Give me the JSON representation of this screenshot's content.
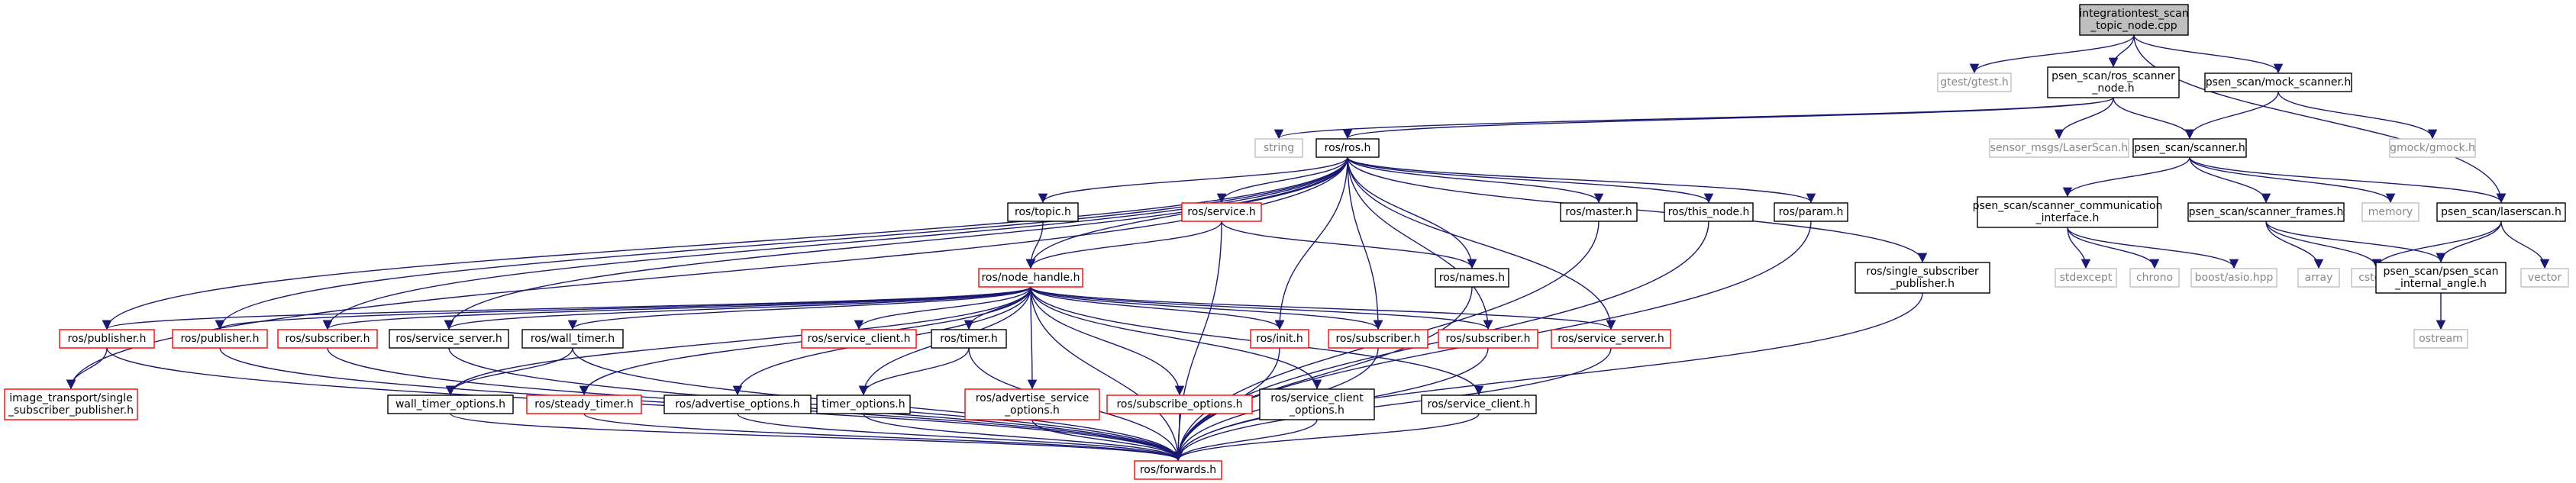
{
  "colors": {
    "edge": "#191970",
    "root_fill": "#bfbfbf",
    "normal_border": "#000000",
    "linked_border": "#ff0000",
    "external_border": "#bfbfbf",
    "external_text": "#888888"
  },
  "nodes": [
    {
      "id": "root",
      "lines": [
        "integrationtest_scan",
        "_topic_node.cpp"
      ],
      "kind": "root"
    },
    {
      "id": "gtest",
      "lines": [
        "gtest/gtest.h"
      ],
      "kind": "external"
    },
    {
      "id": "ros_scanner_node",
      "lines": [
        "psen_scan/ros_scanner",
        "_node.h"
      ],
      "kind": "normal"
    },
    {
      "id": "mock_scanner",
      "lines": [
        "psen_scan/mock_scanner.h"
      ],
      "kind": "normal"
    },
    {
      "id": "string",
      "lines": [
        "string"
      ],
      "kind": "external"
    },
    {
      "id": "ros_h",
      "lines": [
        "ros/ros.h"
      ],
      "kind": "normal"
    },
    {
      "id": "laserscan_msg",
      "lines": [
        "sensor_msgs/LaserScan.h"
      ],
      "kind": "external"
    },
    {
      "id": "scanner_h",
      "lines": [
        "psen_scan/scanner.h"
      ],
      "kind": "normal"
    },
    {
      "id": "gmock",
      "lines": [
        "gmock/gmock.h"
      ],
      "kind": "external"
    },
    {
      "id": "scanner_comm",
      "lines": [
        "psen_scan/scanner_communication",
        "_interface.h"
      ],
      "kind": "normal"
    },
    {
      "id": "scanner_frames",
      "lines": [
        "psen_scan/scanner_frames.h"
      ],
      "kind": "normal"
    },
    {
      "id": "memory",
      "lines": [
        "memory"
      ],
      "kind": "external"
    },
    {
      "id": "laserscan",
      "lines": [
        "psen_scan/laserscan.h"
      ],
      "kind": "normal"
    },
    {
      "id": "stdexcept",
      "lines": [
        "stdexcept"
      ],
      "kind": "external"
    },
    {
      "id": "chrono",
      "lines": [
        "chrono"
      ],
      "kind": "external"
    },
    {
      "id": "boost_asio",
      "lines": [
        "boost/asio.hpp"
      ],
      "kind": "external"
    },
    {
      "id": "array",
      "lines": [
        "array"
      ],
      "kind": "external"
    },
    {
      "id": "cstdint",
      "lines": [
        "cstdint"
      ],
      "kind": "external"
    },
    {
      "id": "psen_internal_angle",
      "lines": [
        "psen_scan/psen_scan",
        "_internal_angle.h"
      ],
      "kind": "normal"
    },
    {
      "id": "vector",
      "lines": [
        "vector"
      ],
      "kind": "external"
    },
    {
      "id": "ostream",
      "lines": [
        "ostream"
      ],
      "kind": "external"
    },
    {
      "id": "ros_topic",
      "lines": [
        "ros/topic.h"
      ],
      "kind": "normal"
    },
    {
      "id": "ros_service",
      "lines": [
        "ros/service.h"
      ],
      "kind": "linked"
    },
    {
      "id": "ros_master",
      "lines": [
        "ros/master.h"
      ],
      "kind": "normal"
    },
    {
      "id": "ros_this_node",
      "lines": [
        "ros/this_node.h"
      ],
      "kind": "normal"
    },
    {
      "id": "ros_param",
      "lines": [
        "ros/param.h"
      ],
      "kind": "normal"
    },
    {
      "id": "ros_single_sub_pub",
      "lines": [
        "ros/single_subscriber",
        "_publisher.h"
      ],
      "kind": "normal"
    },
    {
      "id": "ros_node_handle",
      "lines": [
        "ros/node_handle.h"
      ],
      "kind": "linked"
    },
    {
      "id": "ros_names",
      "lines": [
        "ros/names.h"
      ],
      "kind": "normal"
    },
    {
      "id": "ros_publisher_a",
      "lines": [
        "ros/publisher.h"
      ],
      "kind": "linked"
    },
    {
      "id": "ros_publisher_b",
      "lines": [
        "ros/publisher.h"
      ],
      "kind": "linked"
    },
    {
      "id": "ros_subscriber_a",
      "lines": [
        "ros/subscriber.h"
      ],
      "kind": "linked"
    },
    {
      "id": "ros_service_server_a",
      "lines": [
        "ros/service_server.h"
      ],
      "kind": "normal"
    },
    {
      "id": "ros_wall_timer",
      "lines": [
        "ros/wall_timer.h"
      ],
      "kind": "normal"
    },
    {
      "id": "ros_service_client_a",
      "lines": [
        "ros/service_client.h"
      ],
      "kind": "linked"
    },
    {
      "id": "ros_timer",
      "lines": [
        "ros/timer.h"
      ],
      "kind": "normal"
    },
    {
      "id": "ros_init",
      "lines": [
        "ros/init.h"
      ],
      "kind": "linked"
    },
    {
      "id": "ros_subscriber_b",
      "lines": [
        "ros/subscriber.h"
      ],
      "kind": "linked"
    },
    {
      "id": "ros_subscriber_c",
      "lines": [
        "ros/subscriber.h"
      ],
      "kind": "linked"
    },
    {
      "id": "ros_service_server_b",
      "lines": [
        "ros/service_server.h"
      ],
      "kind": "linked"
    },
    {
      "id": "image_transport",
      "lines": [
        "image_transport/single",
        "_subscriber_publisher.h"
      ],
      "kind": "linked"
    },
    {
      "id": "wall_timer_options",
      "lines": [
        "wall_timer_options.h"
      ],
      "kind": "normal"
    },
    {
      "id": "ros_steady_timer",
      "lines": [
        "ros/steady_timer.h"
      ],
      "kind": "linked"
    },
    {
      "id": "ros_advertise_options",
      "lines": [
        "ros/advertise_options.h"
      ],
      "kind": "normal"
    },
    {
      "id": "timer_options",
      "lines": [
        "timer_options.h"
      ],
      "kind": "normal"
    },
    {
      "id": "ros_advertise_service_options",
      "lines": [
        "ros/advertise_service",
        "_options.h"
      ],
      "kind": "linked"
    },
    {
      "id": "ros_subscribe_options",
      "lines": [
        "ros/subscribe_options.h"
      ],
      "kind": "linked"
    },
    {
      "id": "ros_service_client_options",
      "lines": [
        "ros/service_client",
        "_options.h"
      ],
      "kind": "normal"
    },
    {
      "id": "ros_service_client_b",
      "lines": [
        "ros/service_client.h"
      ],
      "kind": "normal"
    },
    {
      "id": "ros_forwards",
      "lines": [
        "ros/forwards.h"
      ],
      "kind": "linked"
    }
  ],
  "edges": [
    [
      "root",
      "gtest"
    ],
    [
      "root",
      "ros_scanner_node"
    ],
    [
      "root",
      "mock_scanner"
    ],
    [
      "root",
      "laserscan"
    ],
    [
      "ros_scanner_node",
      "ros_h"
    ],
    [
      "ros_scanner_node",
      "laserscan_msg"
    ],
    [
      "ros_scanner_node",
      "scanner_h"
    ],
    [
      "ros_scanner_node",
      "string"
    ],
    [
      "mock_scanner",
      "scanner_h"
    ],
    [
      "mock_scanner",
      "gmock"
    ],
    [
      "scanner_h",
      "scanner_comm"
    ],
    [
      "scanner_h",
      "scanner_frames"
    ],
    [
      "scanner_h",
      "memory"
    ],
    [
      "scanner_h",
      "laserscan"
    ],
    [
      "scanner_comm",
      "stdexcept"
    ],
    [
      "scanner_comm",
      "chrono"
    ],
    [
      "scanner_comm",
      "boost_asio"
    ],
    [
      "scanner_frames",
      "array"
    ],
    [
      "scanner_frames",
      "cstdint"
    ],
    [
      "scanner_frames",
      "psen_internal_angle"
    ],
    [
      "laserscan",
      "cstdint"
    ],
    [
      "laserscan",
      "psen_internal_angle"
    ],
    [
      "laserscan",
      "vector"
    ],
    [
      "psen_internal_angle",
      "ostream"
    ],
    [
      "ros_h",
      "ros_topic"
    ],
    [
      "ros_h",
      "ros_service"
    ],
    [
      "ros_h",
      "ros_master"
    ],
    [
      "ros_h",
      "ros_this_node"
    ],
    [
      "ros_h",
      "ros_param"
    ],
    [
      "ros_h",
      "ros_single_sub_pub"
    ],
    [
      "ros_h",
      "ros_node_handle"
    ],
    [
      "ros_h",
      "ros_names"
    ],
    [
      "ros_h",
      "ros_init"
    ],
    [
      "ros_h",
      "ros_subscriber_b"
    ],
    [
      "ros_h",
      "ros_subscriber_c"
    ],
    [
      "ros_h",
      "ros_service_server_b"
    ],
    [
      "ros_h",
      "ros_publisher_a"
    ],
    [
      "ros_h",
      "ros_publisher_b"
    ],
    [
      "ros_h",
      "ros_subscriber_a"
    ],
    [
      "ros_h",
      "ros_service_server_a"
    ],
    [
      "ros_h",
      "image_transport"
    ],
    [
      "ros_topic",
      "ros_node_handle"
    ],
    [
      "ros_service",
      "ros_node_handle"
    ],
    [
      "ros_service",
      "ros_names"
    ],
    [
      "ros_service",
      "ros_forwards"
    ],
    [
      "ros_node_handle",
      "ros_publisher_a"
    ],
    [
      "ros_node_handle",
      "ros_publisher_b"
    ],
    [
      "ros_node_handle",
      "ros_subscriber_a"
    ],
    [
      "ros_node_handle",
      "ros_service_server_a"
    ],
    [
      "ros_node_handle",
      "ros_wall_timer"
    ],
    [
      "ros_node_handle",
      "ros_service_client_a"
    ],
    [
      "ros_node_handle",
      "ros_timer"
    ],
    [
      "ros_node_handle",
      "ros_init"
    ],
    [
      "ros_node_handle",
      "ros_subscriber_b"
    ],
    [
      "ros_node_handle",
      "ros_subscriber_c"
    ],
    [
      "ros_node_handle",
      "ros_service_server_b"
    ],
    [
      "ros_node_handle",
      "wall_timer_options"
    ],
    [
      "ros_node_handle",
      "ros_steady_timer"
    ],
    [
      "ros_node_handle",
      "ros_advertise_options"
    ],
    [
      "ros_node_handle",
      "timer_options"
    ],
    [
      "ros_node_handle",
      "ros_advertise_service_options"
    ],
    [
      "ros_node_handle",
      "ros_subscribe_options"
    ],
    [
      "ros_node_handle",
      "ros_service_client_options"
    ],
    [
      "ros_node_handle",
      "ros_service_client_b"
    ],
    [
      "ros_node_handle",
      "ros_forwards"
    ],
    [
      "ros_names",
      "ros_forwards"
    ],
    [
      "ros_master",
      "ros_forwards"
    ],
    [
      "ros_this_node",
      "ros_forwards"
    ],
    [
      "ros_param",
      "ros_forwards"
    ],
    [
      "ros_single_sub_pub",
      "ros_forwards"
    ],
    [
      "ros_publisher_a",
      "image_transport"
    ],
    [
      "ros_publisher_a",
      "ros_forwards"
    ],
    [
      "ros_publisher_b",
      "ros_forwards"
    ],
    [
      "ros_subscriber_a",
      "ros_forwards"
    ],
    [
      "ros_service_server_a",
      "ros_forwards"
    ],
    [
      "ros_wall_timer",
      "wall_timer_options"
    ],
    [
      "ros_wall_timer",
      "ros_forwards"
    ],
    [
      "ros_timer",
      "timer_options"
    ],
    [
      "ros_timer",
      "ros_forwards"
    ],
    [
      "ros_init",
      "ros_forwards"
    ],
    [
      "ros_subscriber_b",
      "ros_forwards"
    ],
    [
      "ros_subscriber_c",
      "ros_forwards"
    ],
    [
      "ros_service_server_b",
      "ros_forwards"
    ],
    [
      "wall_timer_options",
      "ros_forwards"
    ],
    [
      "ros_steady_timer",
      "ros_forwards"
    ],
    [
      "ros_advertise_options",
      "ros_forwards"
    ],
    [
      "timer_options",
      "ros_forwards"
    ],
    [
      "ros_advertise_service_options",
      "ros_forwards"
    ],
    [
      "ros_subscribe_options",
      "ros_forwards"
    ],
    [
      "ros_service_client_options",
      "ros_forwards"
    ],
    [
      "ros_service_client_b",
      "ros_forwards"
    ]
  ]
}
